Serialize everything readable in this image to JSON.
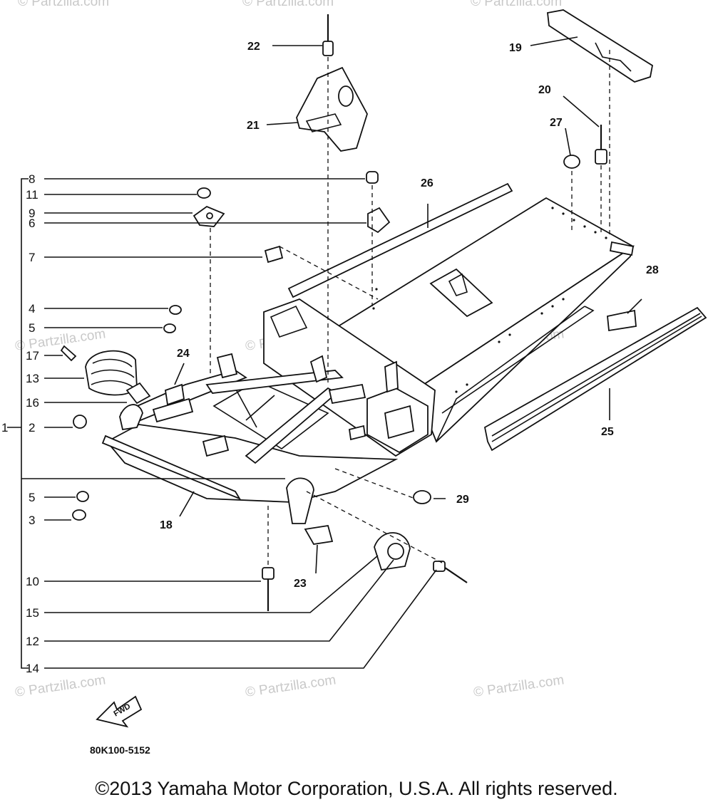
{
  "watermark": "© Partzilla.com",
  "drawing_code": "80K100-5152",
  "fwd_label": "FWD",
  "copyright": "©2013 Yamaha Motor Corporation, U.S.A. All rights reserved.",
  "callouts": {
    "c1": "1",
    "c2": "2",
    "c3": "3",
    "c4": "4",
    "c5a": "5",
    "c5b": "5",
    "c6": "6",
    "c7": "7",
    "c8": "8",
    "c9": "9",
    "c10": "10",
    "c11": "11",
    "c12": "12",
    "c13": "13",
    "c14": "14",
    "c15": "15",
    "c16": "16",
    "c17": "17",
    "c18": "18",
    "c19": "19",
    "c20": "20",
    "c21": "21",
    "c22": "22",
    "c23": "23",
    "c24": "24",
    "c25": "25",
    "c26": "26",
    "c27": "27",
    "c28": "28",
    "c29": "29"
  }
}
